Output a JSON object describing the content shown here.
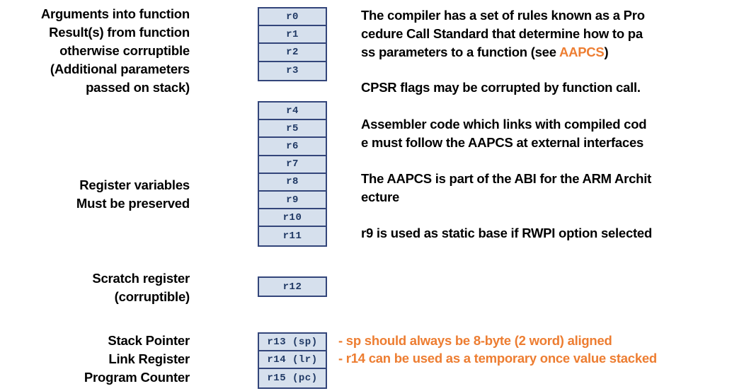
{
  "colors": {
    "accent": "#ed7d31",
    "register_fill": "#d6e0ed",
    "register_border": "#33457a",
    "register_text": "#1f3864",
    "body_text": "#000000",
    "background": "#ffffff"
  },
  "left_labels": {
    "arguments": "Arguments into function\nResult(s) from function\notherwise corruptible\n(Additional parameters\npassed on stack)",
    "register_variables": "Register variables\nMust be preserved",
    "scratch": "Scratch register\n(corruptible)",
    "special": "Stack Pointer\nLink Register\nProgram Counter"
  },
  "register_groups": [
    {
      "name": "argument-registers",
      "registers": [
        "r0",
        "r1",
        "r2",
        "r3"
      ]
    },
    {
      "name": "callee-saved-registers",
      "registers": [
        "r4",
        "r5",
        "r6",
        "r7",
        "r8",
        "r9",
        "r10",
        "r11"
      ]
    },
    {
      "name": "scratch-register",
      "registers": [
        "r12"
      ]
    },
    {
      "name": "special-registers",
      "registers": [
        "r13 (sp)",
        "r14 (lr)",
        "r15 (pc)"
      ]
    }
  ],
  "paragraphs": {
    "p1_a": "The compiler has a set of rules known as a Pro\ncedure Call Standard that determine how to pa\nss parameters to a function (see ",
    "p1_link": "AAPCS",
    "p1_b": ")",
    "p2": "CPSR flags may be corrupted by function call.",
    "p3": "Assembler code which links with compiled cod\ne must follow the AAPCS at external interfaces",
    "p4": "The AAPCS is part of the ABI for the ARM Archit\necture",
    "p5": "r9 is used as static base if RWPI option selected"
  },
  "notes": {
    "line1": "- sp should always be 8-byte (2 word) aligned",
    "line2": "- r14 can be used as a temporary once value stacked"
  }
}
